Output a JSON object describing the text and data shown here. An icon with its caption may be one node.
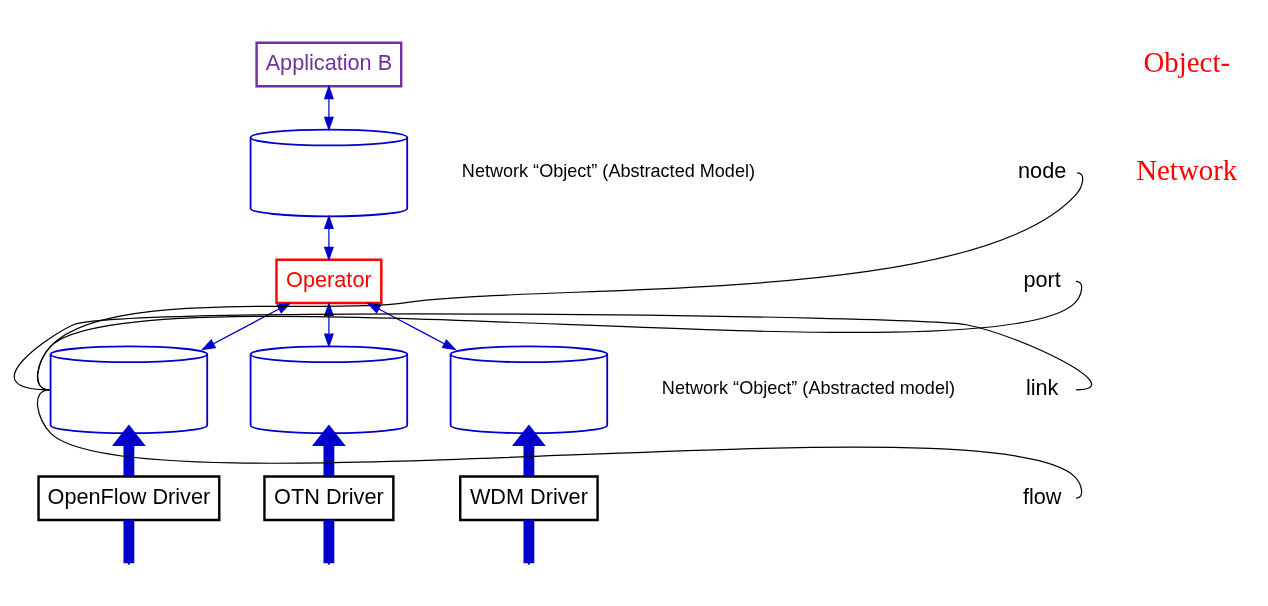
{
  "diagram": {
    "nodes": [
      {
        "text": [
          "Application B"
        ]
      },
      {
        "text": [],
        "shape": "cylinder",
        "beside": [
          "Network “Object” (Abstracted Model)"
        ]
      },
      {
        "text": [
          "Operator"
        ]
      },
      {
        "text": [],
        "shape": "cylinder"
      },
      {
        "text": [],
        "shape": "cylinder"
      },
      {
        "text": [],
        "shape": "cylinder",
        "beside": [
          "Network “Object” (Abstracted model)"
        ]
      },
      {
        "text": [
          "OpenFlow Driver"
        ]
      },
      {
        "text": [
          "OTN Driver"
        ]
      },
      {
        "text": [
          "WDM Driver"
        ]
      },
      {
        "text": [
          "node"
        ]
      },
      {
        "text": [
          "port"
        ]
      },
      {
        "text": [
          "link"
        ]
      },
      {
        "text": [
          "flow"
        ]
      }
    ],
    "edges": [
      {
        "from": 0,
        "to": 1,
        "arrow": "both"
      },
      {
        "from": 1,
        "to": 2,
        "arrow": "both"
      },
      {
        "from": 2,
        "to": 3,
        "arrow": "both"
      },
      {
        "from": 2,
        "to": 4,
        "arrow": "both"
      },
      {
        "from": 2,
        "to": 5,
        "arrow": "both"
      },
      {
        "from": 6,
        "to": 3,
        "arrow": "to",
        "style": "thick"
      },
      {
        "from": 7,
        "to": 4,
        "arrow": "to",
        "style": "thick"
      },
      {
        "from": 8,
        "to": 5,
        "arrow": "to",
        "style": "thick"
      },
      {
        "from": null,
        "to": 6,
        "arrow": "none",
        "style": "thick"
      },
      {
        "from": null,
        "to": 7,
        "arrow": "none",
        "style": "thick"
      },
      {
        "from": null,
        "to": 8,
        "arrow": "none",
        "style": "thick"
      },
      {
        "from": 9,
        "to": 3,
        "arrow": "none",
        "color": "#000000"
      },
      {
        "from": 10,
        "to": 3,
        "arrow": "none",
        "color": "#000000"
      },
      {
        "from": 11,
        "to": 3,
        "arrow": "none",
        "color": "#000000"
      },
      {
        "from": 12,
        "to": 3,
        "arrow": "none",
        "color": "#000000"
      }
    ],
    "labels": [
      "Object-",
      "Network"
    ]
  }
}
